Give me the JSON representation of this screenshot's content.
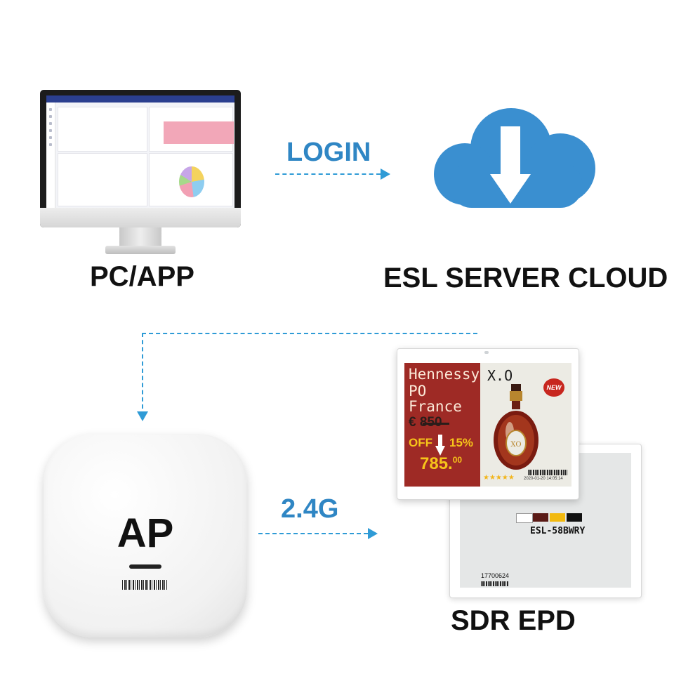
{
  "labels": {
    "pc": "PC/APP",
    "cloud": "ESL SERVER CLOUD",
    "login": "LOGIN",
    "ap": "AP",
    "band": "2.4G",
    "epd": "SDR EPD"
  },
  "colors": {
    "accent_blue": "#2f86c4",
    "cloud_blue": "#3a8fd0",
    "dash_blue": "#2f9bd6",
    "tag_red": "#9e2a25",
    "tag_yellow": "#f6c41a"
  },
  "icons": {
    "cloud": "cloud-download-icon",
    "monitor": "monitor-icon",
    "ap": "access-point-device",
    "tag": "e-paper-price-tag"
  },
  "front_tag": {
    "line1": "Hennessy",
    "line2": "PO",
    "line3": "France",
    "title_right": "X.O",
    "old_price": "€ 850",
    "off": "OFF",
    "discount": "15%",
    "new_price": "785.",
    "new_price_cents": "00",
    "badge": "NEW",
    "stars": "★★★★★",
    "date": "2020-01-20 14:05:14"
  },
  "back_tag": {
    "model": "ESL-58BWRY",
    "id": "17700624"
  }
}
